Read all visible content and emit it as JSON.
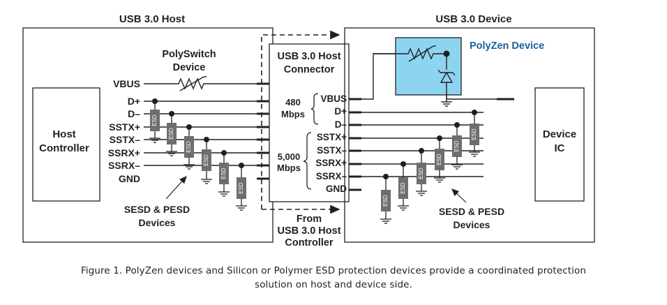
{
  "host": {
    "title": "USB 3.0 Host",
    "controller": [
      "Host",
      "Controller"
    ],
    "polyswitch": [
      "PolySwitch",
      "Device"
    ],
    "pins": [
      "VBUS",
      "D+",
      "D–",
      "SSTX+",
      "SSTX–",
      "SSRX+",
      "SSRX–",
      "GND"
    ],
    "esd_note": [
      "SESD & PESD",
      "Devices"
    ]
  },
  "connector": {
    "title": [
      "USB 3.0 Host",
      "Connector"
    ],
    "from": [
      "From",
      "USB 3.0 Host",
      "Controller"
    ],
    "rate_480": [
      "480",
      "Mbps"
    ],
    "rate_5000": [
      "5,000",
      "Mbps"
    ],
    "pins": [
      "VBUS",
      "D+",
      "D–",
      "SSTX+",
      "SSTX–",
      "SSRX+",
      "SSRX–",
      "GND"
    ]
  },
  "device": {
    "title": "USB 3.0 Device",
    "ic": [
      "Device",
      "IC"
    ],
    "polyzen": "PolyZen Device",
    "esd_note": [
      "SESD & PESD",
      "Devices"
    ]
  },
  "esd_label": "ESD",
  "caption": [
    "Figure 1. PolyZen devices and Silicon or Polymer ESD protection devices provide a coordinated protection",
    "solution on host and device side."
  ],
  "colors": {
    "polyzen_fill": "#8dd4f1",
    "polyzen_text": "#1f5f9a",
    "line": "#231f20",
    "esd_fill": "#6d6e71"
  }
}
